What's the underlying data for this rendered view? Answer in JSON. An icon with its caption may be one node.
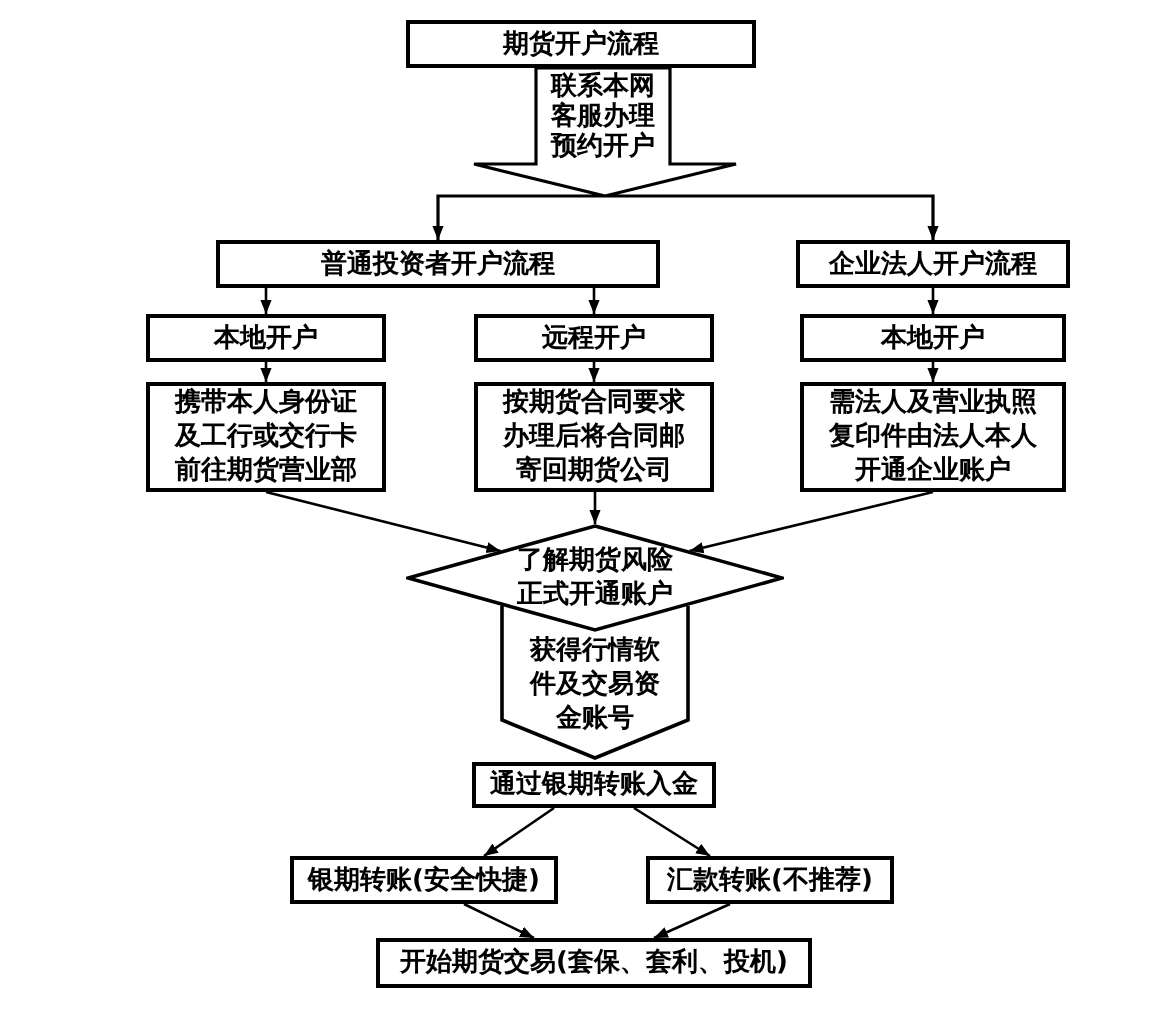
{
  "diagram": {
    "nodes": [
      {
        "text": [
          "期货开户流程"
        ]
      },
      {
        "text": [
          "普通投资者开户流程"
        ]
      },
      {
        "text": [
          "企业法人开户流程"
        ]
      },
      {
        "text": [
          "本地开户"
        ]
      },
      {
        "text": [
          "远程开户"
        ]
      },
      {
        "text": [
          "本地开户"
        ]
      },
      {
        "text": [
          "携带本人身份证及工行或交行卡前往期货营业部"
        ]
      },
      {
        "text": [
          "按期货合同要求办理后将合同邮寄回期货公司"
        ]
      },
      {
        "text": [
          "需法人及营业执照复印件由法人本人开通企业账户"
        ]
      },
      {
        "text": [
          "了解期货风险正式开通账户"
        ]
      },
      {
        "text": [
          "获得行情软件及交易资金账号"
        ]
      },
      {
        "text": [
          "通过银期转账入金"
        ]
      },
      {
        "text": [
          "银期转账(安全快捷)"
        ]
      },
      {
        "text": [
          "汇款转账(不推荐)"
        ]
      },
      {
        "text": [
          "开始期货交易(套保、套利、投机)"
        ]
      }
    ],
    "edges": [
      {
        "from": 0,
        "to": 1,
        "arrow": "to",
        "label": "联系本网客服办理预约开户"
      },
      {
        "from": 0,
        "to": 2,
        "arrow": "to"
      },
      {
        "from": 1,
        "to": 3,
        "arrow": "to"
      },
      {
        "from": 1,
        "to": 4,
        "arrow": "to"
      },
      {
        "from": 2,
        "to": 5,
        "arrow": "to"
      },
      {
        "from": 3,
        "to": 6,
        "arrow": "to"
      },
      {
        "from": 4,
        "to": 7,
        "arrow": "to"
      },
      {
        "from": 5,
        "to": 8,
        "arrow": "to"
      },
      {
        "from": 6,
        "to": 9,
        "arrow": "to"
      },
      {
        "from": 7,
        "to": 9,
        "arrow": "to"
      },
      {
        "from": 8,
        "to": 9,
        "arrow": "to"
      },
      {
        "from": 11,
        "to": 12,
        "arrow": "to"
      },
      {
        "from": 11,
        "to": 13,
        "arrow": "to"
      },
      {
        "from": 12,
        "to": 14,
        "arrow": "to"
      },
      {
        "from": 13,
        "to": 14,
        "arrow": "to"
      }
    ]
  }
}
